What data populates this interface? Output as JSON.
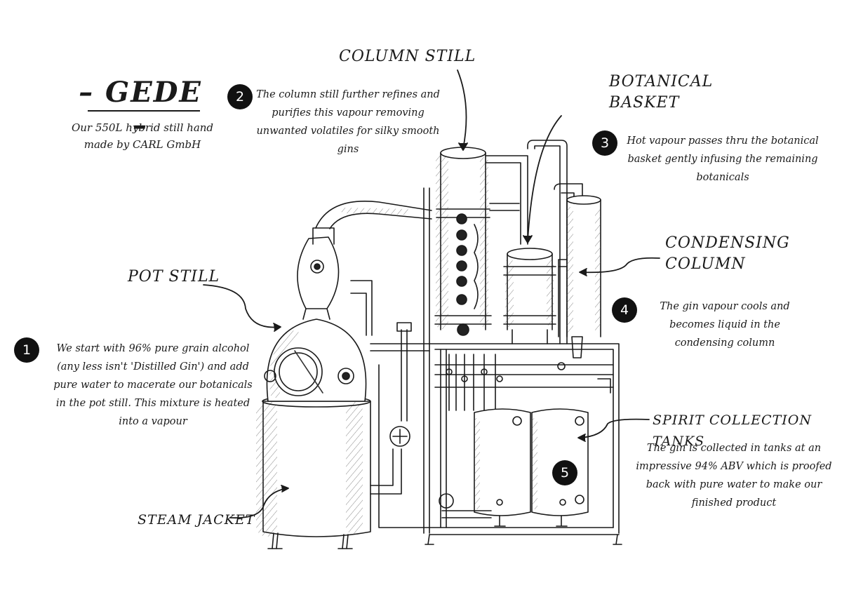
{
  "title": "– GEDE –",
  "subtitle": "Our 550L hybrid still hand made by CARL GmbH",
  "labels": {
    "column_still": "COLUMN STILL",
    "botanical_basket": "BOTANICAL BASKET",
    "pot_still": "POT STILL",
    "condensing_column": "CONDENSING COLUMN",
    "steam_jacket": "STEAM JACKET",
    "spirit_tanks": "SPIRIT COLLECTION TANKS"
  },
  "steps": [
    {
      "num": "1",
      "text": "We start with 96% pure grain alcohol (any less isn't 'Distilled Gin') and add pure water to macerate our botanicals in the pot still. This mixture is heated into a vapour"
    },
    {
      "num": "2",
      "text": "The column still further refines and purifies this vapour removing unwanted volatiles for silky smooth gins"
    },
    {
      "num": "3",
      "text": "Hot vapour passes thru the botanical basket gently infusing the remaining botanicals"
    },
    {
      "num": "4",
      "text": "The gin vapour cools and becomes liquid in the condensing column"
    },
    {
      "num": "5",
      "text": "The gin is collected in tanks at an impressive 94% ABV which is proofed back with pure water to make our finished product"
    }
  ]
}
